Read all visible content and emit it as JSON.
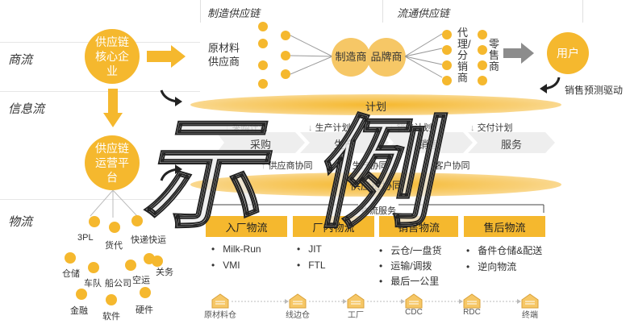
{
  "lanes": {
    "business": "商流",
    "info": "信息流",
    "logistics": "物流"
  },
  "chains": {
    "manufacturing": "制造供应链",
    "circulation": "流通供应链"
  },
  "core_enterprise": "供应链核心企业",
  "raw_material_supplier": "原材料供应商",
  "manufacturer": "制造商",
  "brand": "品牌商",
  "agent_distributor": "代理/分销商",
  "retailer": "零售商",
  "user": "用户",
  "sales_forecast": "销售预测驱动",
  "ops_platform": "供应链运营平台",
  "service_providers": [
    "3PL",
    "货代",
    "快递快运",
    "仓储",
    "车队",
    "船公司",
    "空运",
    "关务",
    "金融",
    "软件",
    "硬件"
  ],
  "plan_band": "计划",
  "plan_items": [
    "采购计划",
    "生产计划",
    "销售计划",
    "交付计划"
  ],
  "process_items": [
    "采购",
    "生产",
    "销售",
    "服务"
  ],
  "collab_labels": [
    "供应商协同",
    "生产协同",
    "客户协同"
  ],
  "collab_band": "供应链协同",
  "logistics_service": "物流服务",
  "logistics_boxes": [
    {
      "title": "入厂物流",
      "items": [
        "Milk-Run",
        "VMI"
      ]
    },
    {
      "title": "厂内物流",
      "items": [
        "JIT",
        "FTL"
      ]
    },
    {
      "title": "销售物流",
      "items": [
        "云仓/一盘货",
        "运输/调拨",
        "最后一公里"
      ]
    },
    {
      "title": "售后物流",
      "items": [
        "备件仓储&配送",
        "逆向物流"
      ]
    }
  ],
  "warehouses": [
    "原材料仓",
    "线边仓",
    "工厂",
    "CDC",
    "RDC",
    "终端"
  ],
  "watermark": "示例",
  "colors": {
    "accent": "#f5b82e",
    "light": "#fbe3a8",
    "grey": "#8c8c8c"
  }
}
